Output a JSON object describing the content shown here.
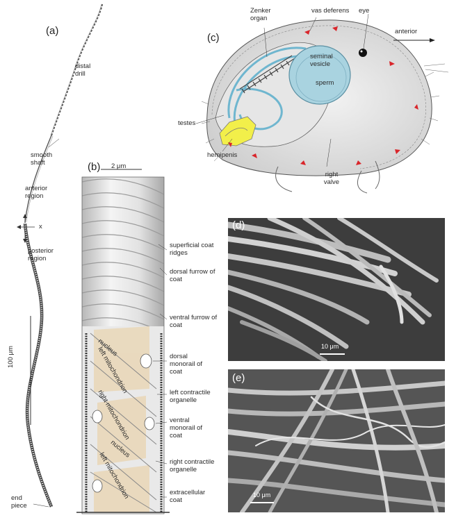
{
  "panels": {
    "a": {
      "letter": "(a)",
      "labels": {
        "distal_drill": "distal drill",
        "smooth_shaft": "smooth shaft",
        "anterior_region": "anterior region",
        "x_marker": "x",
        "posterior_region": "posterior region",
        "scale": "100 μm",
        "end_piece": "end piece"
      }
    },
    "b": {
      "letter": "(b)",
      "scale": "2 μm",
      "inner_labels": {
        "nucleus_top": "nucleus",
        "left_mito_top": "left mitochondrion",
        "right_mito": "right mitochondrion",
        "nucleus_bottom": "nucleus",
        "left_mito_bottom": "left mitochondrion"
      },
      "callouts": {
        "superficial_coat_ridges": "superficial coat ridges",
        "dorsal_furrow": "dorsal furrow of coat",
        "ventral_furrow": "ventral furrow of coat",
        "dorsal_monorail": "dorsal monorail of coat",
        "left_contractile": "left contractile organelle",
        "ventral_monorail": "ventral monorail of coat",
        "right_contractile": "right contractile organelle",
        "extracellular_coat": "extracellular coat"
      }
    },
    "c": {
      "letter": "(c)",
      "labels": {
        "zenker_organ": "Zenker organ",
        "vas_deferens": "vas deferens",
        "eye": "eye",
        "anterior": "anterior",
        "seminal_vesicle": "seminal vesicle",
        "sperm": "sperm",
        "testes": "testes",
        "hemipenis": "hemipenis",
        "right_valve": "right valve"
      }
    },
    "d": {
      "letter": "(d)",
      "scale": "10 μm"
    },
    "e": {
      "letter": "(e)",
      "scale": "10 μm"
    }
  },
  "colors": {
    "seminal_vesicle": "#a9d3e0",
    "hemipenis": "#f2ef4a",
    "arrows": "#d9262b",
    "mitochondria": "#e9d6b4",
    "shell": "#d8d8d8"
  }
}
